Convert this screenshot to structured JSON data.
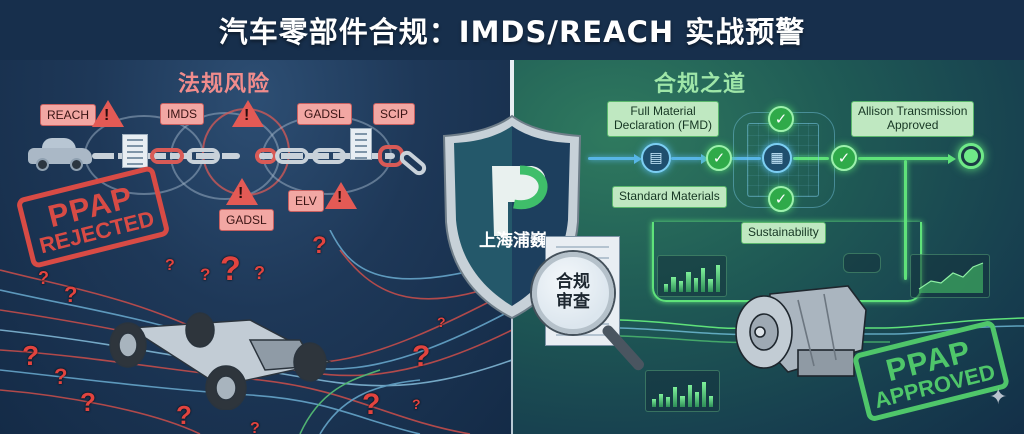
{
  "header": {
    "title": "汽车零部件合规：IMDS/REACH 实战预警"
  },
  "left_panel": {
    "section_title": "法规风险",
    "regulation_tags": [
      "REACH",
      "IMDS",
      "GADSL",
      "SCIP",
      "ELV",
      "GADSL"
    ],
    "warning_icon": "!",
    "stamp": {
      "line1": "PPAP",
      "line2": "REJECTED",
      "color": "#d84b45"
    },
    "question_mark": "?"
  },
  "center": {
    "brand_text": "上海浦巍",
    "magnifier_text_line1": "合规",
    "magnifier_text_line2": "审查"
  },
  "right_panel": {
    "section_title": "合规之道",
    "flow_labels": {
      "fmd": "Full Material Declaration (FMD)",
      "fmd_line1": "Full Material",
      "fmd_line2": "Declaration (FMD)",
      "standard_materials": "Standard Materials",
      "sustainability": "Sustainability",
      "allison_line1": "Allison Transmission",
      "allison_line2": "Approved"
    },
    "check_icon": "✓",
    "stamp": {
      "line1": "PPAP",
      "line2": "APPROVED",
      "color": "#4fc66a"
    }
  },
  "colors": {
    "title_bg": "#172f4c",
    "risk_red": "#e35a55",
    "compliance_green": "#5fe27a",
    "flow_blue": "#58b6e6"
  },
  "watermark_icon": "✦"
}
